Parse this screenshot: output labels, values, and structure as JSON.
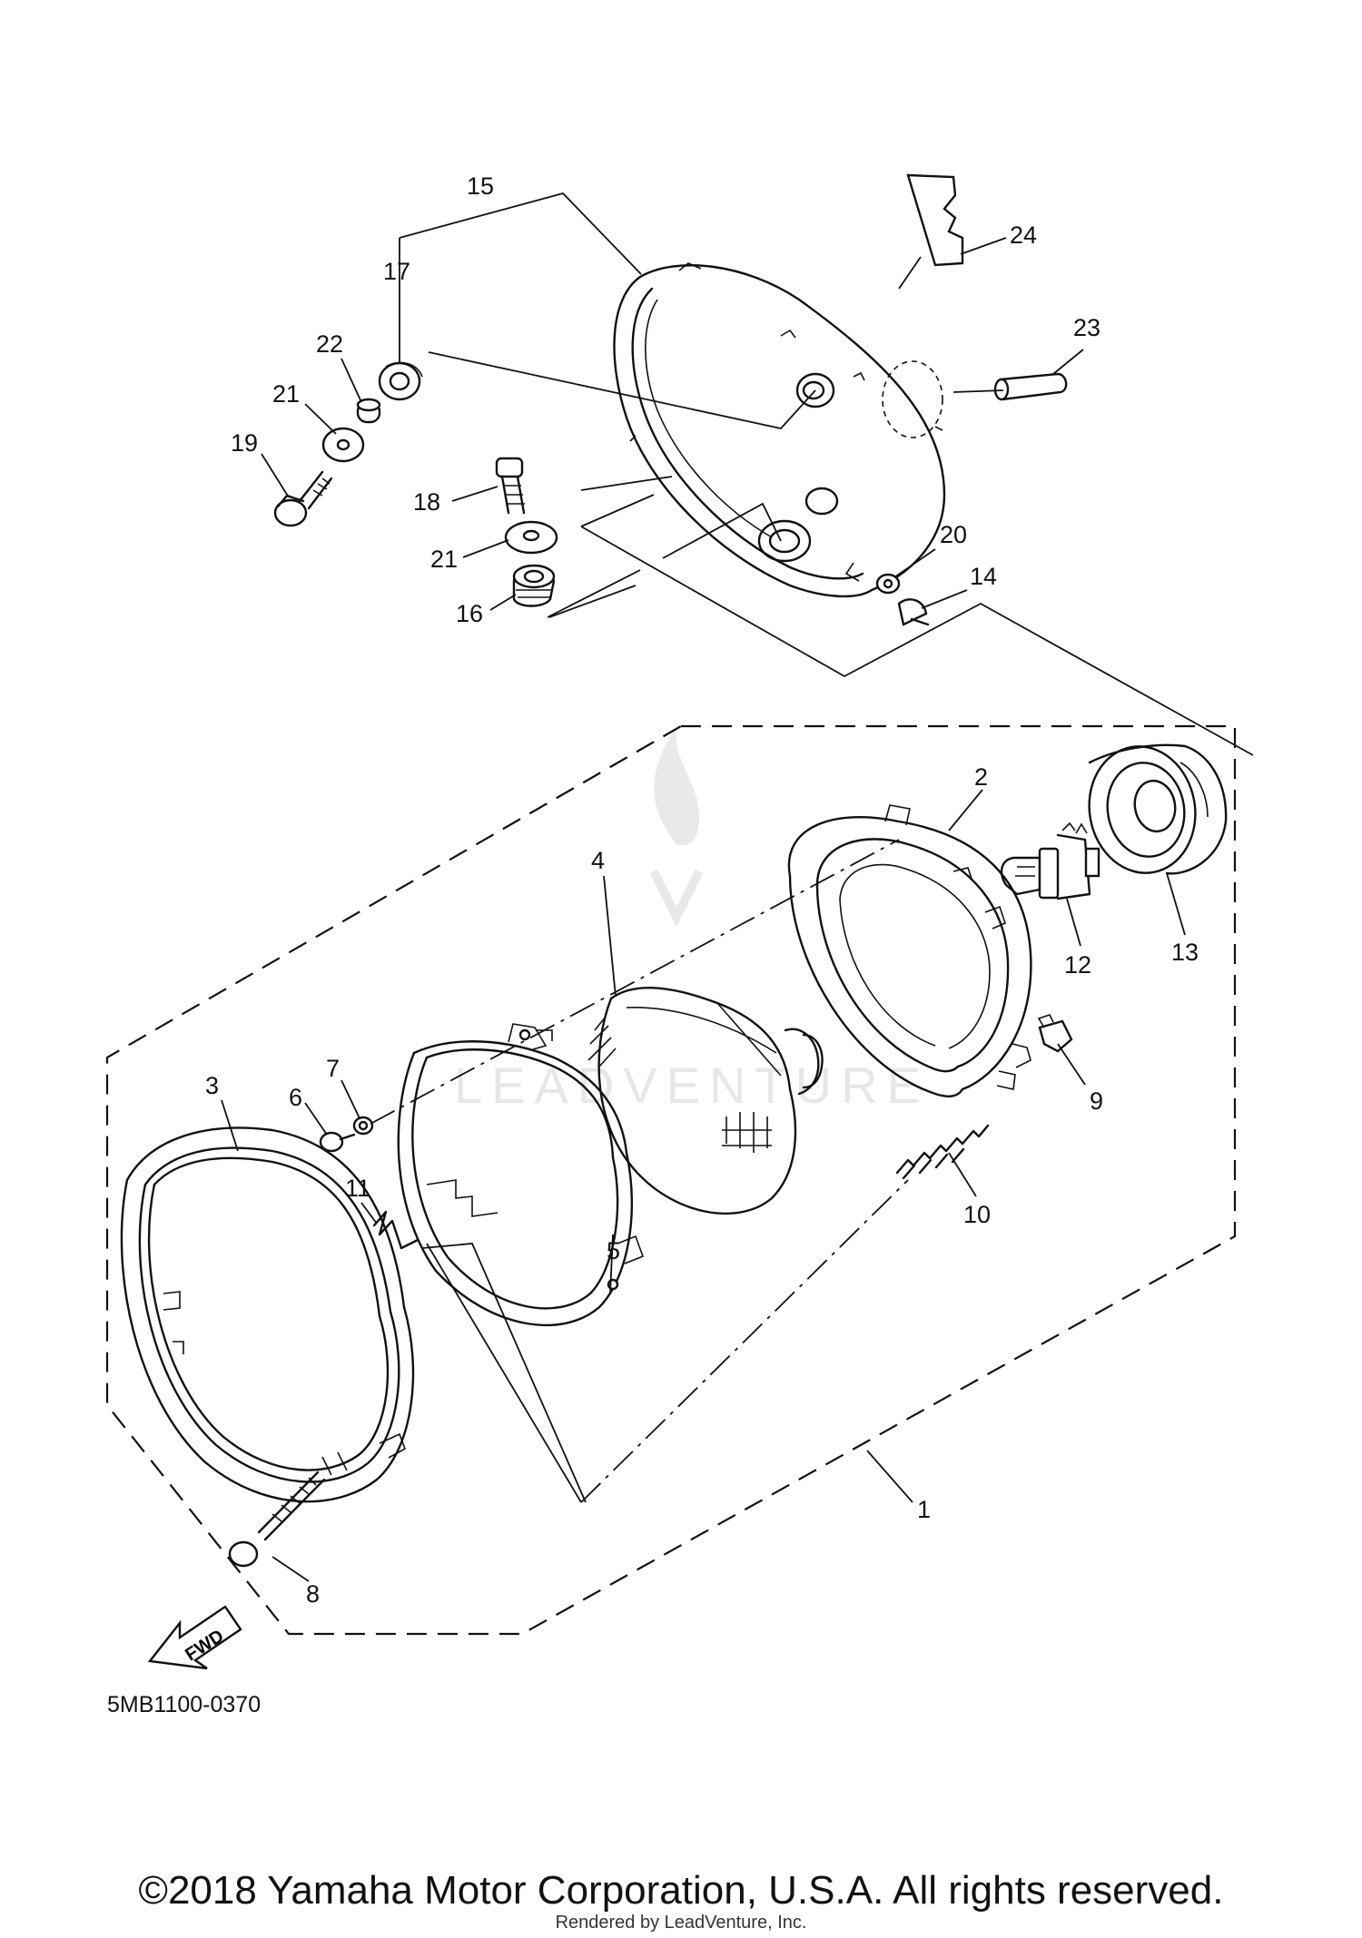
{
  "diagram": {
    "callouts": [
      {
        "num": "1"
      },
      {
        "num": "2"
      },
      {
        "num": "3"
      },
      {
        "num": "4"
      },
      {
        "num": "5"
      },
      {
        "num": "6"
      },
      {
        "num": "7"
      },
      {
        "num": "8"
      },
      {
        "num": "9"
      },
      {
        "num": "10"
      },
      {
        "num": "11"
      },
      {
        "num": "12"
      },
      {
        "num": "13"
      },
      {
        "num": "14"
      },
      {
        "num": "15"
      },
      {
        "num": "16"
      },
      {
        "num": "17"
      },
      {
        "num": "18"
      },
      {
        "num": "19"
      },
      {
        "num": "20"
      },
      {
        "num": "21"
      },
      {
        "num": "21"
      },
      {
        "num": "22"
      },
      {
        "num": "23"
      },
      {
        "num": "24"
      }
    ],
    "fwd_label": "FWD",
    "diagram_code": "5MB1100-0370",
    "watermark": "LEADVENTURE"
  },
  "footer": {
    "copyright": "©2018 Yamaha Motor Corporation, U.S.A. All rights reserved.",
    "rendered_by": "Rendered by LeadVenture, Inc."
  }
}
